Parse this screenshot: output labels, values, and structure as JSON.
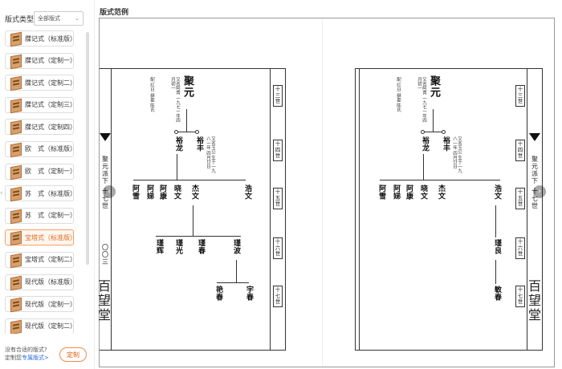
{
  "sidebar": {
    "filter_label": "版式类型",
    "filter_value": "全部版式",
    "items": [
      {
        "label": "牒记式（标准版）"
      },
      {
        "label": "牒记式（定制一）"
      },
      {
        "label": "牒记式（定制二）"
      },
      {
        "label": "牒记式（定制三）"
      },
      {
        "label": "牒记式（定制四）"
      },
      {
        "label": "欧　式（标准版）"
      },
      {
        "label": "欧　式（定制一）"
      },
      {
        "label": "苏　式（标准版）"
      },
      {
        "label": "苏　式（定制一）"
      },
      {
        "label": "宝塔式（标准版）"
      },
      {
        "label": "宝塔式（定制二）"
      },
      {
        "label": "现代版（标准版）"
      },
      {
        "label": "现代版（定制一）"
      },
      {
        "label": "现代版（定制二）"
      }
    ],
    "active_index": 9,
    "footer_question": "没有合适的版式?",
    "footer_prefix": "定制您",
    "footer_link": "专属版式>",
    "custom_button": "定制"
  },
  "main": {
    "title": "版式范例",
    "left_page": {
      "clan_text": "聚元派下",
      "gen_label": "十七世",
      "page_no": "〇〇三",
      "cover_title": "百望堂"
    },
    "right_page": {
      "clan_text": "聚元派下",
      "gen_label": "十七世",
      "cover_title": "百望堂"
    },
    "generations": [
      "十三世",
      "十四世",
      "十五世",
      "十六世",
      "十七世"
    ],
    "tree": {
      "root": "聚元",
      "root_note": "又名阿青 一九七一年四月初一",
      "root_spouse": "配 红日 继娶 陈氏",
      "gen14_a": "裕龙",
      "gen14_b": "裕丰",
      "gen14_b_note": "又名玉公 生于一九八一年 四月廿日",
      "gen15": [
        "阿雪",
        "阿娣",
        "阿康",
        "晓文",
        "杰文",
        "浩文"
      ],
      "gen16": [
        "瑾辉",
        "瑾光",
        "瑾春",
        "瑾波",
        "瑾良"
      ],
      "gen17": [
        "艳春",
        "宇春",
        "敏春"
      ]
    }
  },
  "colors": {
    "accent": "#e06a20",
    "link": "#2d6cdf"
  }
}
